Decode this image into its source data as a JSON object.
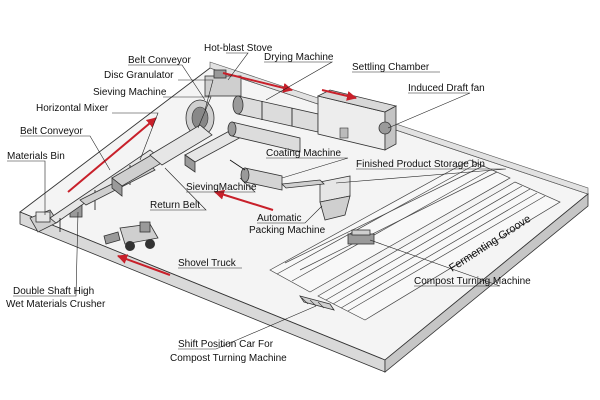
{
  "labels": {
    "belt_conveyor_top": "Belt Conveyor",
    "hot_blast_stove": "Hot-blast Stove",
    "drying_machine": "Drying Machine",
    "disc_granulator": "Disc Granulator",
    "settling_chamber": "Settling Chamber",
    "sieving_machine_top": "Sieving Machine",
    "induced_draft_fan": "Induced Draft fan",
    "horizontal_mixer": "Horizontal Mixer",
    "belt_conveyor_left": "Belt Conveyor",
    "materials_bin": "Materials Bin",
    "coating_machine": "Coating Machine",
    "finished_product_storage": "Finished Product Storage bin",
    "sieving_machine_mid": "SievingMachine",
    "return_belt": "Return Belt",
    "automatic_packing_line1": "Automatic",
    "automatic_packing_line2": "Packing Machine",
    "shovel_truck": "Shovel Truck",
    "fermenting_groove": "Fermenting Groove",
    "compost_turning_machine": "Compost Turning Machine",
    "crusher_line1": "Double Shaft High",
    "crusher_line2": "Wet Materials Crusher",
    "shift_car_line1": "Shift Position Car For",
    "shift_car_line2": "Compost Turning Machine"
  },
  "colors": {
    "arrow": "#c8202a",
    "floor": "#f2f2f2",
    "wall": "#dadada",
    "outline": "#333333"
  }
}
